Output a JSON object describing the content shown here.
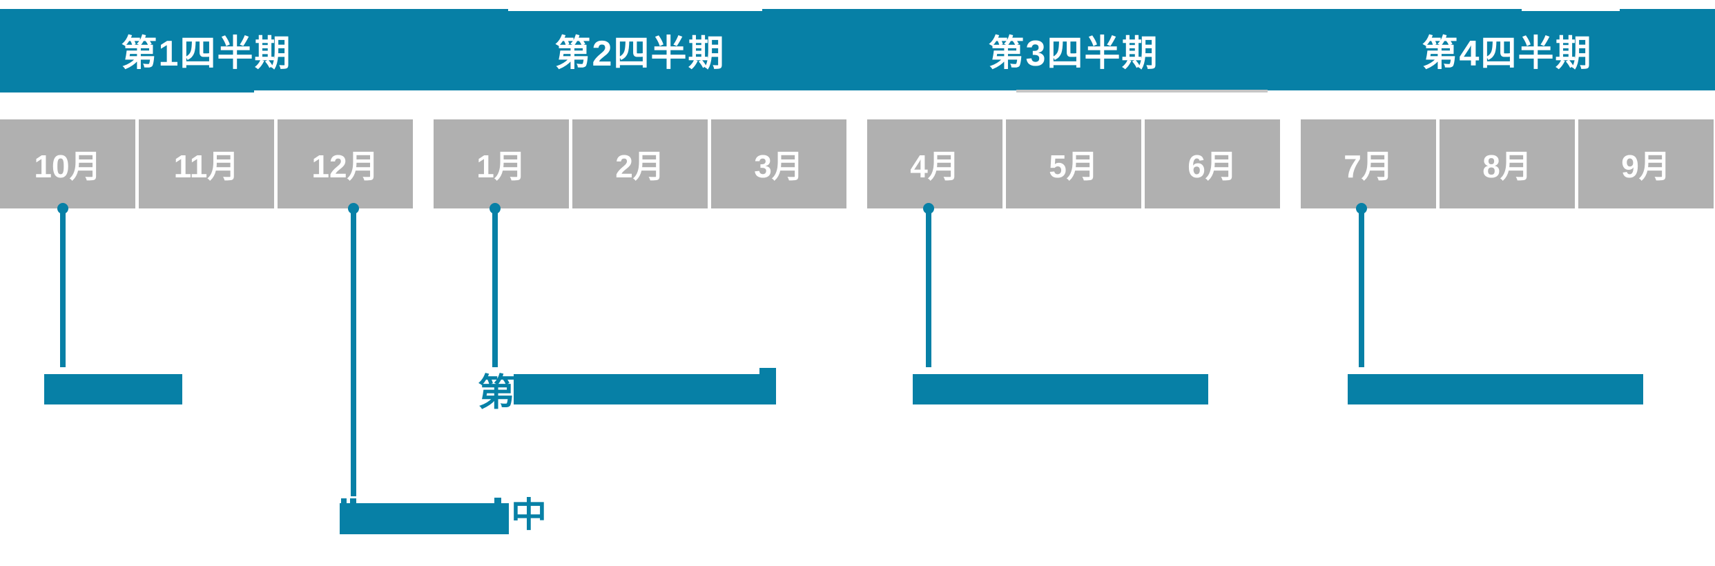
{
  "palette": {
    "teal": "#0780A6",
    "gray": "#B0B0B0",
    "divider_white": "#FFFFFF",
    "background": "#FFFFFF",
    "text_on_fill": "#FFFFFF"
  },
  "quarter_header": {
    "items": [
      {
        "label": "第1四半期"
      },
      {
        "label": "第2四半期"
      },
      {
        "label": "第3四半期"
      },
      {
        "label": "第4四半期"
      }
    ]
  },
  "months": [
    {
      "label": "10月",
      "quarter": "第1四半期",
      "has_marker": true
    },
    {
      "label": "11月",
      "quarter": "第1四半期",
      "has_marker": false
    },
    {
      "label": "12月",
      "quarter": "第1四半期",
      "has_marker": true
    },
    {
      "label": "1月",
      "quarter": "第2四半期",
      "has_marker": true
    },
    {
      "label": "2月",
      "quarter": "第2四半期",
      "has_marker": false
    },
    {
      "label": "3月",
      "quarter": "第2四半期",
      "has_marker": false
    },
    {
      "label": "4月",
      "quarter": "第3四半期",
      "has_marker": true
    },
    {
      "label": "5月",
      "quarter": "第3四半期",
      "has_marker": false
    },
    {
      "label": "6月",
      "quarter": "第3四半期",
      "has_marker": false
    },
    {
      "label": "7月",
      "quarter": "第4四半期",
      "has_marker": true
    },
    {
      "label": "8月",
      "quarter": "第4四半期",
      "has_marker": false
    },
    {
      "label": "9月",
      "quarter": "第4四半期",
      "has_marker": false
    }
  ],
  "timeline": {
    "connectors": [
      {
        "anchor_month": "10月"
      },
      {
        "anchor_month": "12月"
      },
      {
        "anchor_month": "1月"
      },
      {
        "anchor_month": "4月"
      },
      {
        "anchor_month": "7月"
      }
    ],
    "bars": [
      {
        "anchor_month": "10月",
        "visible_text": ""
      },
      {
        "anchor_month": "1月",
        "visible_text": "第"
      },
      {
        "anchor_month": "4月",
        "visible_text": ""
      },
      {
        "anchor_month": "7月",
        "visible_text": ""
      }
    ],
    "milestone_bar": {
      "anchor_month": "12月",
      "visible_text": "中"
    }
  }
}
